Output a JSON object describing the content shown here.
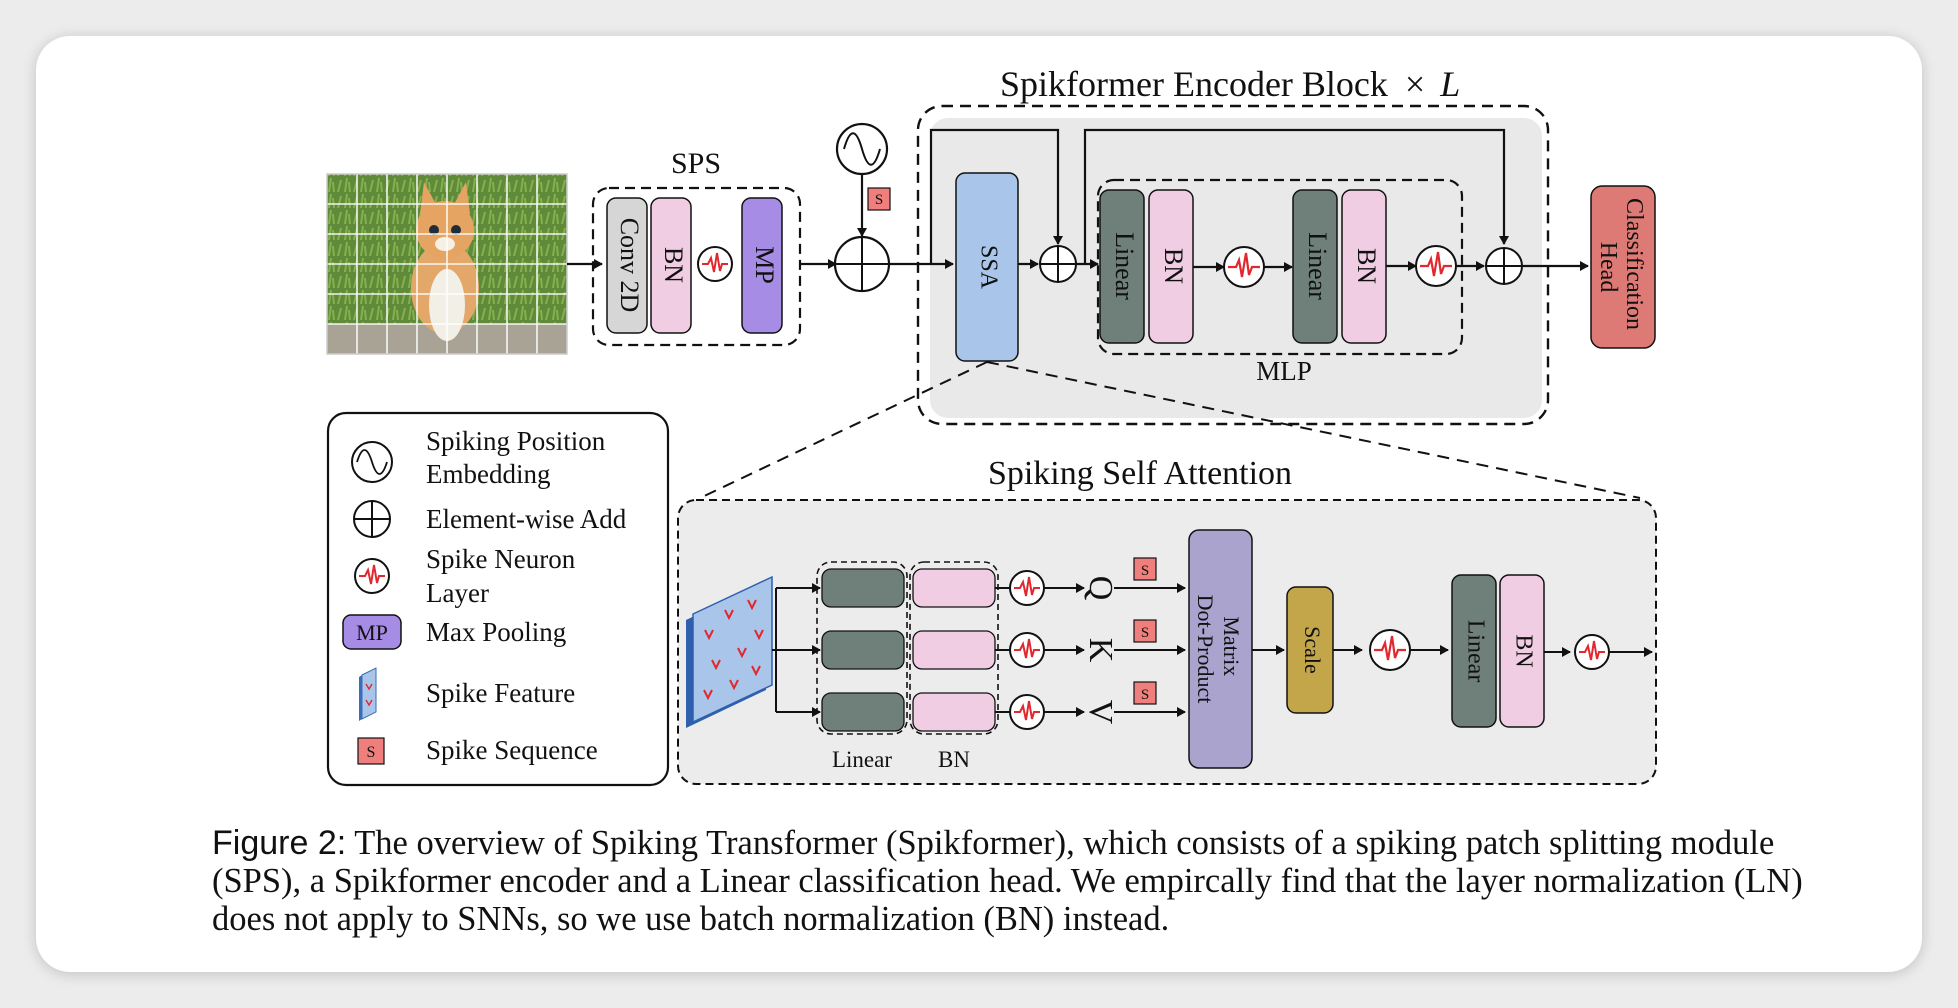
{
  "figure": {
    "encoder_title": "Spikformer Encoder Block",
    "encoder_times": "×",
    "encoder_L": "L",
    "sps_title": "SPS",
    "sps_blocks": [
      "Conv 2D",
      "BN",
      "MP"
    ],
    "ssa_block": "SSA",
    "mlp_title": "MLP",
    "mlp_blocks": [
      "Linear",
      "BN",
      "Linear",
      "BN"
    ],
    "head_label_lines": [
      "Classification",
      "Head"
    ],
    "spike_seq_symbol": "S",
    "ssa_detail_title": "Spiking Self Attention",
    "qkv": [
      "Q",
      "K",
      "V"
    ],
    "linear_group_label": "Linear",
    "bn_group_label": "BN",
    "matrix_label_lines": [
      "Matrix",
      "Dot-Product"
    ],
    "scale_label": "Scale",
    "out_blocks": [
      "Linear",
      "BN"
    ]
  },
  "legend": {
    "items": [
      {
        "icon": "sine-circle-icon",
        "lines": [
          "Spiking Position",
          "Embedding"
        ]
      },
      {
        "icon": "plus-circle-icon",
        "lines": [
          "Element-wise Add"
        ]
      },
      {
        "icon": "spike-neuron-icon",
        "lines": [
          "Spike Neuron",
          "Layer"
        ]
      },
      {
        "icon": "mp-box-icon",
        "badge": "MP",
        "lines": [
          "Max Pooling"
        ]
      },
      {
        "icon": "spike-feature-icon",
        "lines": [
          "Spike Feature"
        ]
      },
      {
        "icon": "spike-sequence-icon",
        "badge": "S",
        "lines": [
          "Spike Sequence"
        ]
      }
    ]
  },
  "caption": {
    "label": "Figure 2:",
    "text": "The overview of Spiking Transformer (Spikformer), which consists of a spiking patch splitting module (SPS), a Spikformer encoder and a Linear classification head. We empircally find that the layer normalization (LN) does not apply to SNNs, so we use batch normalization (BN) instead."
  },
  "colors": {
    "conv": "#d6d6d6",
    "bn": "#f0cde3",
    "mp": "#a78ce6",
    "ssa": "#a9c6ea",
    "linear": "#6f7f79",
    "head": "#de7a76",
    "scale": "#c3a64a",
    "matrix": "#a9a3cd",
    "spike_s": "#ef7f7c",
    "panel": "#ececec",
    "spike_line": "#e0282e"
  }
}
